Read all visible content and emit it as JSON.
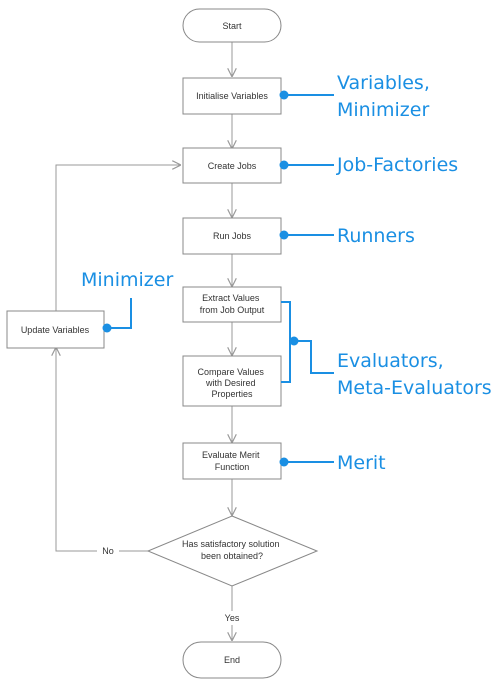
{
  "nodes": {
    "start": "Start",
    "init": "Initialise Variables",
    "create": "Create Jobs",
    "run": "Run Jobs",
    "extract": [
      "Extract Values",
      "from Job Output"
    ],
    "compare": [
      "Compare Values",
      "with Desired",
      "Properties"
    ],
    "merit": [
      "Evaluate Merit",
      "Function"
    ],
    "decision": [
      "Has satisfactory solution",
      "been obtained?"
    ],
    "update": "Update Variables",
    "end": "End"
  },
  "edges": {
    "no": "No",
    "yes": "Yes"
  },
  "annotations": {
    "variables": [
      "Variables,",
      "Minimizer"
    ],
    "job_factories": "Job-Factories",
    "runners": "Runners",
    "minimizer": "Minimizer",
    "evaluators": [
      "Evaluators,",
      "Meta-Evaluators"
    ],
    "merit": "Merit"
  },
  "colors": {
    "accent": "#1a8fe3",
    "node_border": "#888888",
    "connector": "#999999"
  }
}
